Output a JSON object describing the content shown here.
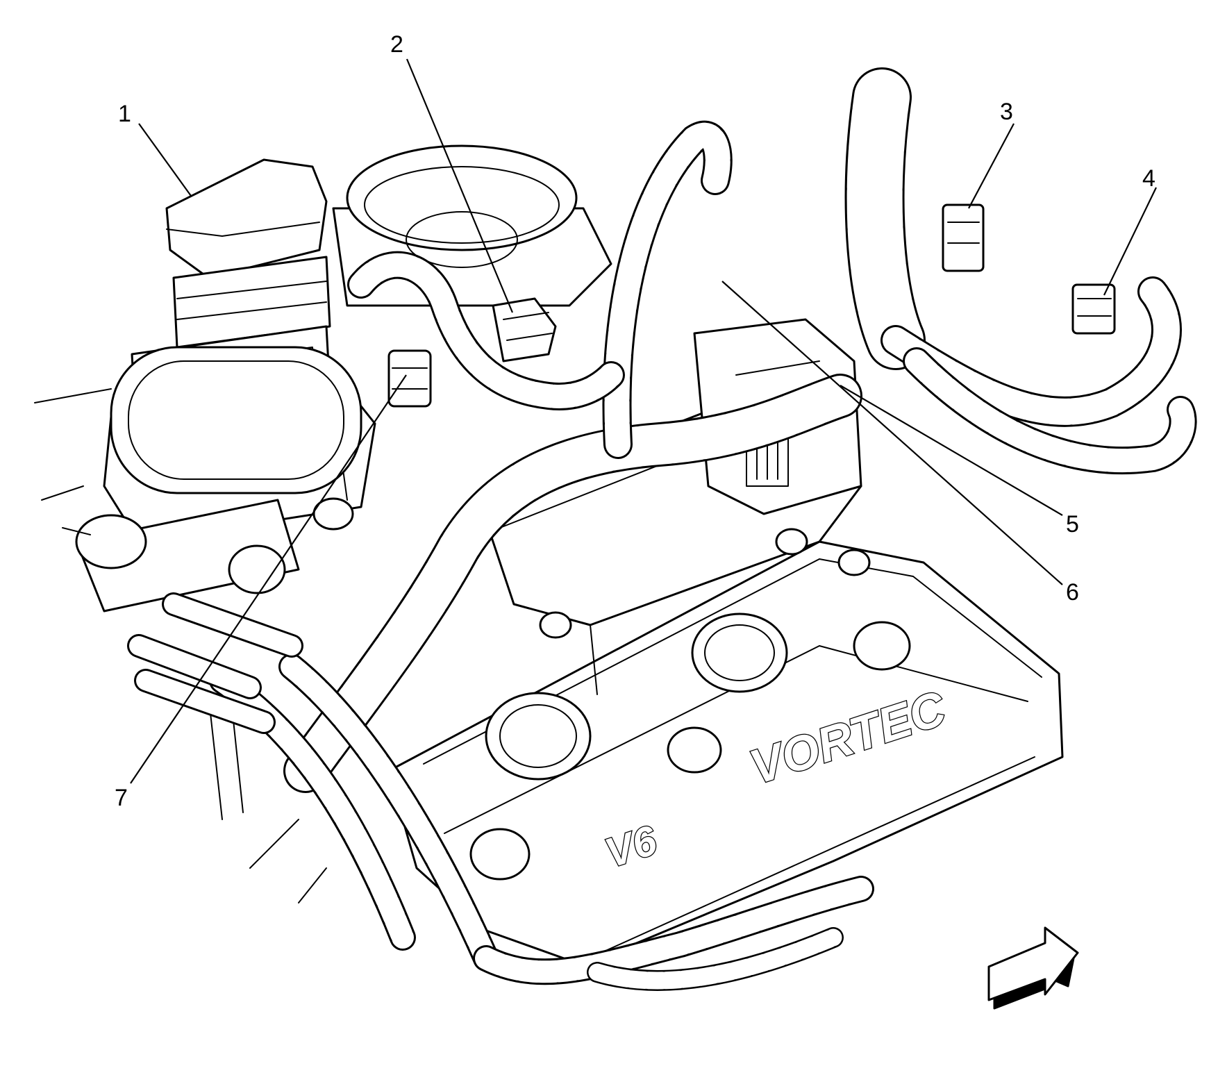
{
  "figure": {
    "callouts": [
      {
        "id": "1",
        "label": "1"
      },
      {
        "id": "2",
        "label": "2"
      },
      {
        "id": "3",
        "label": "3"
      },
      {
        "id": "4",
        "label": "4"
      },
      {
        "id": "5",
        "label": "5"
      },
      {
        "id": "6",
        "label": "6"
      },
      {
        "id": "7",
        "label": "7"
      }
    ],
    "engine_badges": {
      "brand": "VORTEC",
      "displacement": "V6"
    },
    "orientation_arrow": "front-direction-arrow"
  }
}
